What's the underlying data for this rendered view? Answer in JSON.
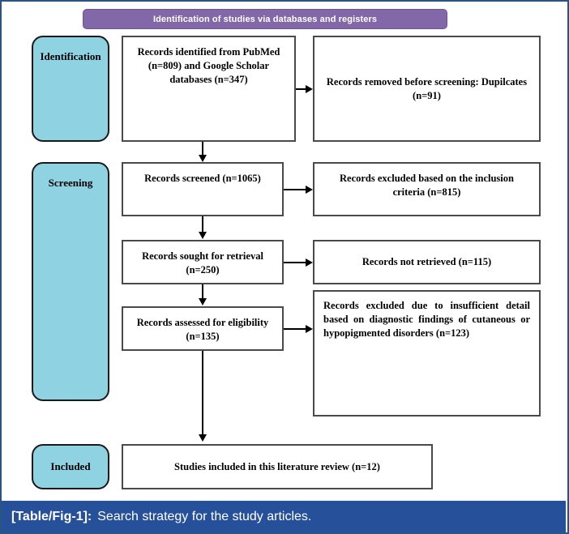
{
  "figure": {
    "header_banner": "Identification of studies via databases and registers",
    "caption_tag": "[Table/Fig-1]:",
    "caption_text": "Search strategy for the study articles."
  },
  "colors": {
    "banner_purple": "#8268a8",
    "stage_cyan": "#8fd2e2",
    "caption_navy": "#27509a",
    "frame_blue": "#2b5480",
    "box_border": "#4a4a4a",
    "text_black": "#000000"
  },
  "stages": [
    {
      "id": "identification",
      "label": "Identification"
    },
    {
      "id": "screening",
      "label": "Screening"
    },
    {
      "id": "included",
      "label": "Included"
    }
  ],
  "boxes": {
    "identified": "Records identified from PubMed (n=809) and Google Scholar databases (n=347)",
    "removed": "Records removed before screening: Dupilcates (n=91)",
    "screened": "Records screened (n=1065)",
    "excluded_criteria": "Records excluded based on the inclusion criteria (n=815)",
    "sought": "Records sought for retrieval (n=250)",
    "not_retrieved": "Records not retrieved (n=115)",
    "assessed": "Records assessed for eligibility (n=135)",
    "excluded_detail": "Records excluded due to insufficient detail based on diagnostic findings of cutaneous or hypopigmented disorders (n=123)",
    "included_final": "Studies included in this literature review (n=12)"
  },
  "flow_counts": {
    "pubmed_identified": 809,
    "google_scholar_identified": 347,
    "duplicates_removed": 91,
    "records_screened": 1065,
    "excluded_inclusion_criteria": 815,
    "sought_for_retrieval": 250,
    "not_retrieved": 115,
    "assessed_for_eligibility": 135,
    "excluded_insufficient_detail": 123,
    "studies_included": 12
  }
}
